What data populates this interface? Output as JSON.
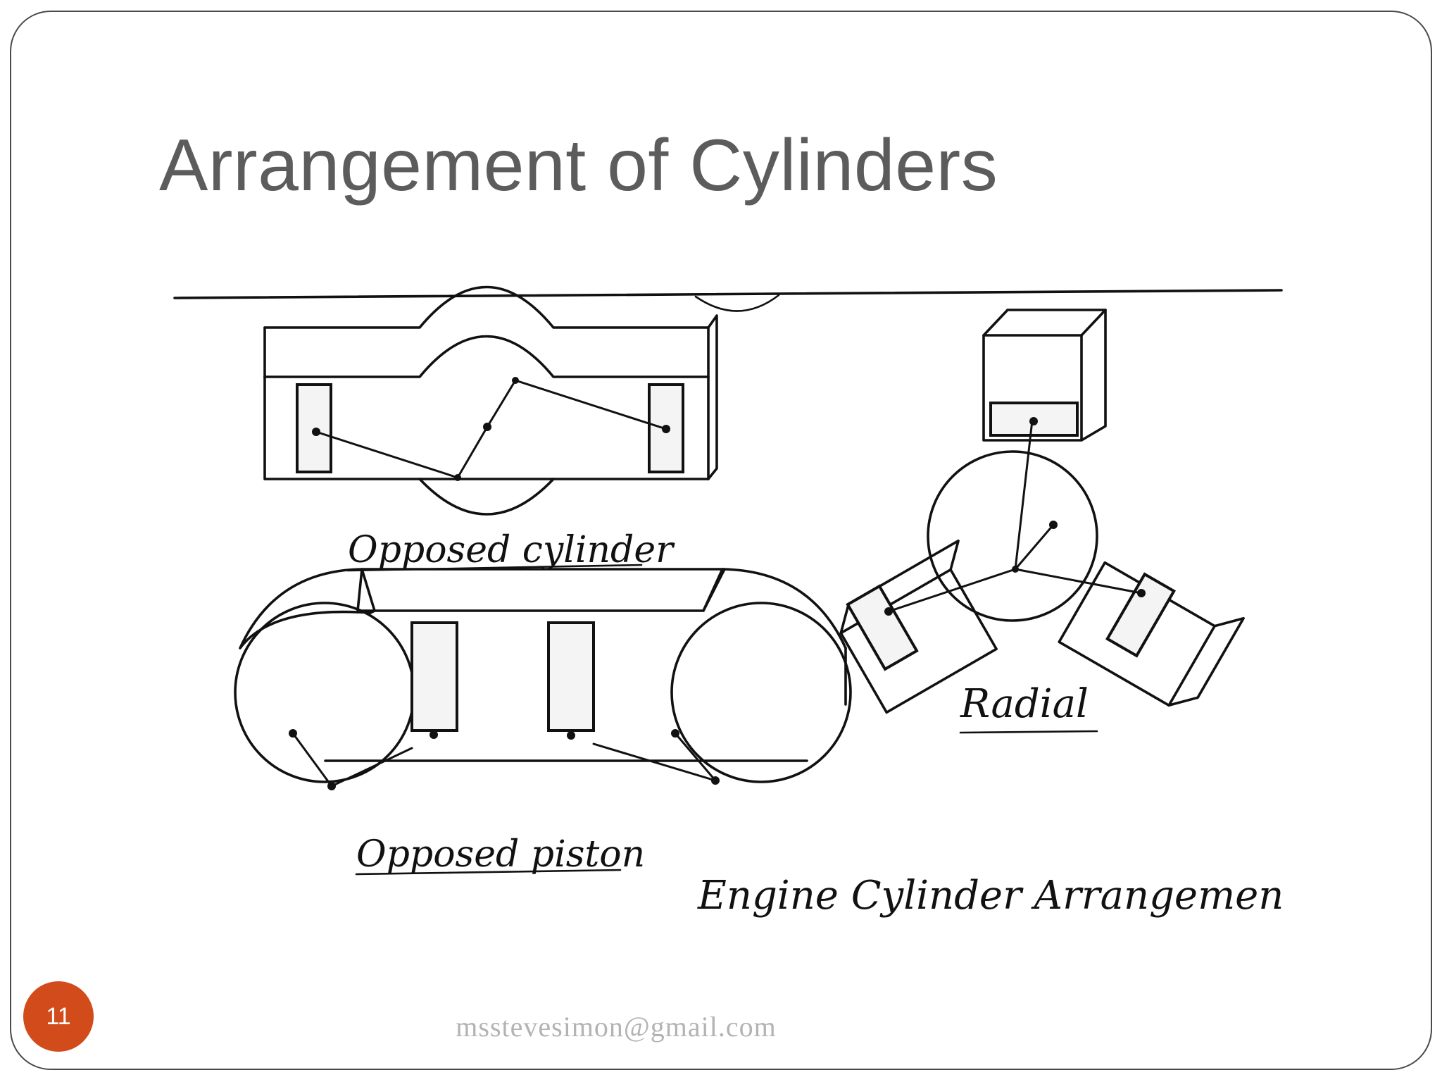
{
  "slide": {
    "title": "Arrangement of Cylinders",
    "page_number": "11",
    "footer": "msstevesimon@gmail.com"
  },
  "figure": {
    "caption": "Engine Cylinder Arrangement",
    "labels": {
      "opposed_cylinder": "Opposed cylinder",
      "opposed_piston": "Opposed piston",
      "radial": "Radial"
    }
  }
}
